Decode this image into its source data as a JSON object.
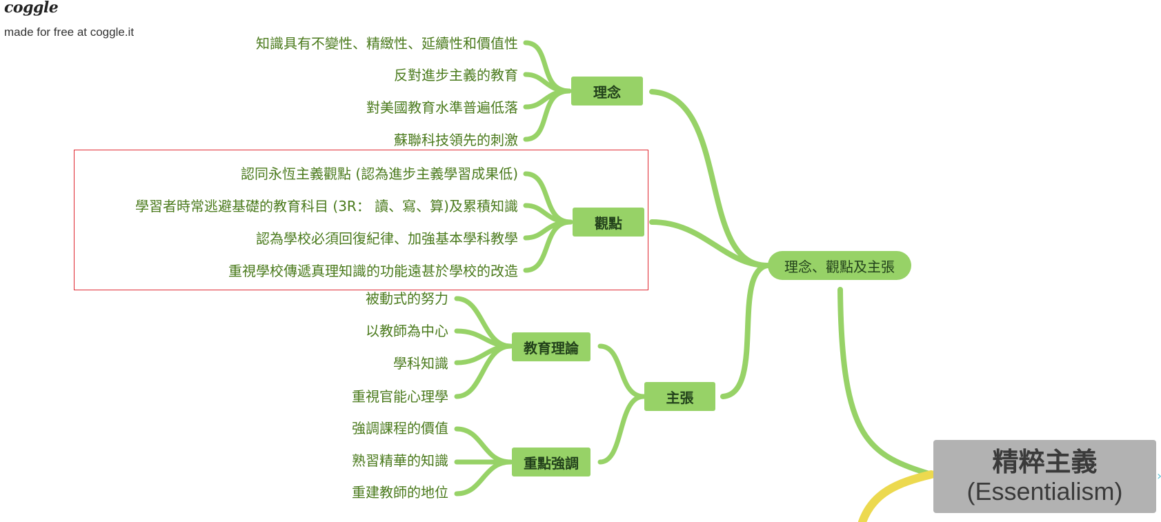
{
  "branding": {
    "logo": "coggle",
    "tagline": "made for free at coggle.it"
  },
  "center": {
    "title": "精粹主義",
    "subtitle": "(Essentialism)"
  },
  "main_branch": {
    "label": "理念、觀點及主張"
  },
  "branches": {
    "idea": {
      "label": "理念",
      "items": [
        "知識具有不變性、精緻性、延續性和價值性",
        "反對進步主義的教育",
        "對美國教育水準普遍低落",
        "蘇聯科技領先的刺激"
      ]
    },
    "view": {
      "label": "觀點",
      "items": [
        "認同永恆主義觀點 (認為進步主義學習成果低)",
        "學習者時常逃避基礎的教育科目 (3R： 讀、寫、算)及累積知識",
        "認為學校必須回復紀律、加強基本學科教學",
        "重視學校傳遞真理知識的功能遠甚於學校的改造"
      ]
    },
    "claim": {
      "label": "主張",
      "theory": {
        "label": "教育理論",
        "items": [
          "被動式的努力",
          "以教師為中心",
          "學科知識",
          "重視官能心理學"
        ]
      },
      "emphasis": {
        "label": "重點強調",
        "items": [
          "強調課程的價值",
          "熟習精華的知識",
          "重建教師的地位"
        ]
      }
    }
  },
  "colors": {
    "branch": "#97d267",
    "leaf_text": "#4a7a1c",
    "center_fill": "#b2b2b2",
    "side_branch": "#ecd94f",
    "highlight_border": "#e0262f"
  }
}
